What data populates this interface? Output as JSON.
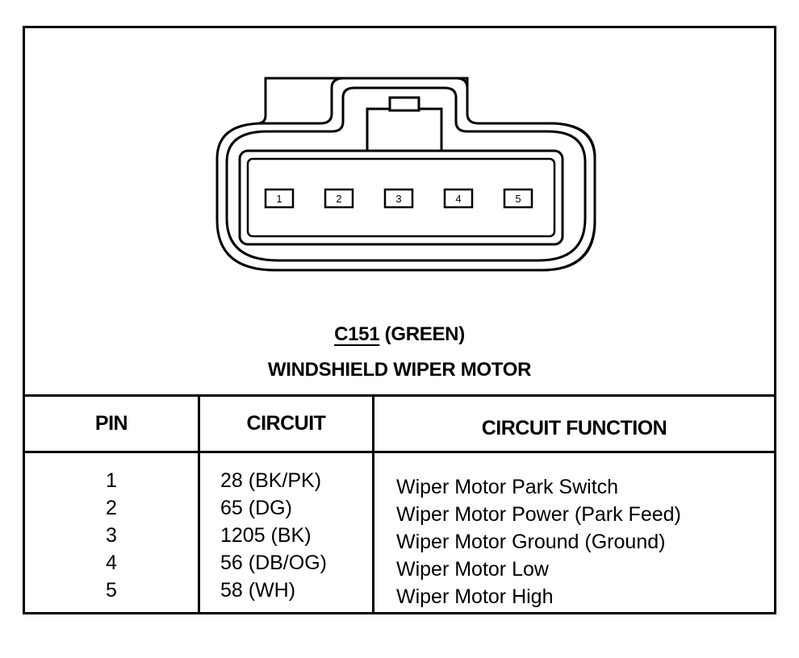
{
  "connector": {
    "id": "C151",
    "color_label": " (GREEN)",
    "name": "WINDSHIELD WIPER MOTOR",
    "pin_labels": [
      "1",
      "2",
      "3",
      "4",
      "5"
    ]
  },
  "table": {
    "headers": {
      "pin": "PIN",
      "circuit": "CIRCUIT",
      "function": "CIRCUIT FUNCTION"
    },
    "rows": [
      {
        "pin": "1",
        "circuit": "28 (BK/PK)",
        "function": "Wiper Motor Park Switch"
      },
      {
        "pin": "2",
        "circuit": "65 (DG)",
        "function": "Wiper Motor Power (Park Feed)"
      },
      {
        "pin": "3",
        "circuit": "1205 (BK)",
        "function": "Wiper Motor Ground (Ground)"
      },
      {
        "pin": "4",
        "circuit": "56 (DB/OG)",
        "function": "Wiper Motor Low"
      },
      {
        "pin": "5",
        "circuit": "58 (WH)",
        "function": "Wiper Motor High"
      }
    ]
  }
}
